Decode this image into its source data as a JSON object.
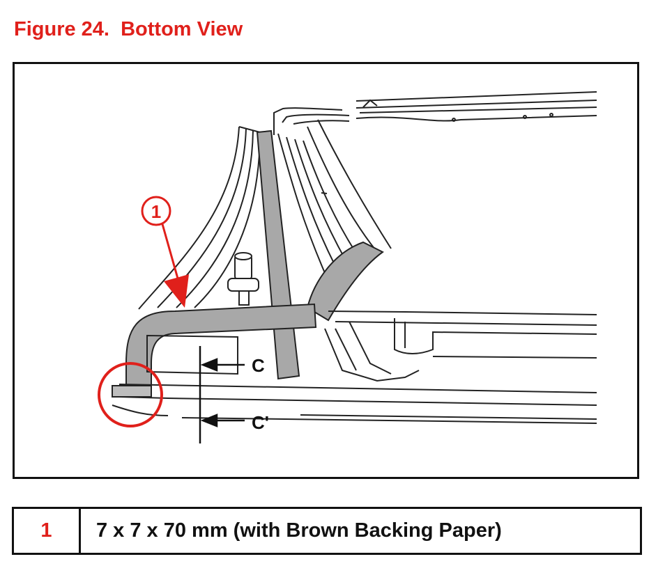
{
  "figure": {
    "title": "Figure 24.  Bottom View"
  },
  "diagram": {
    "callout_number": "1",
    "section_label_top": "C",
    "section_label_bottom": "C'",
    "colors": {
      "callout": "#e0201b",
      "tape": "#a8a8a8",
      "line": "#222222"
    }
  },
  "legend": {
    "rows": [
      {
        "number": "1",
        "description": "7 x 7 x 70 mm (with Brown Backing Paper)"
      }
    ]
  }
}
